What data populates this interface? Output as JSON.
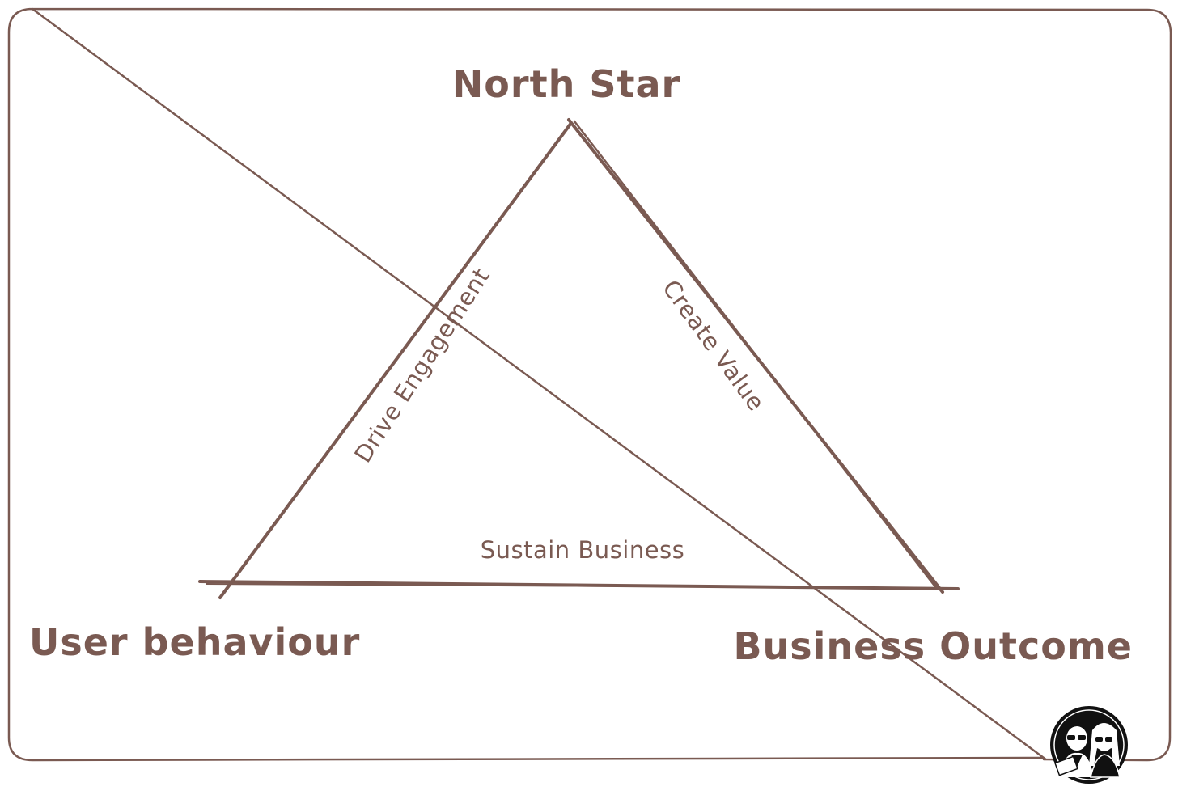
{
  "diagram": {
    "title_top": "North Star",
    "corner_left": "User behaviour",
    "corner_right": "Business Outcome",
    "edge_left": "Drive Engagement",
    "edge_right": "Create Value",
    "edge_bottom": "Sustain Business"
  },
  "logo": {
    "icon": "two-people-sunglasses-logo-icon"
  },
  "colors": {
    "ink": "#7a5a52",
    "background": "#ffffff"
  }
}
